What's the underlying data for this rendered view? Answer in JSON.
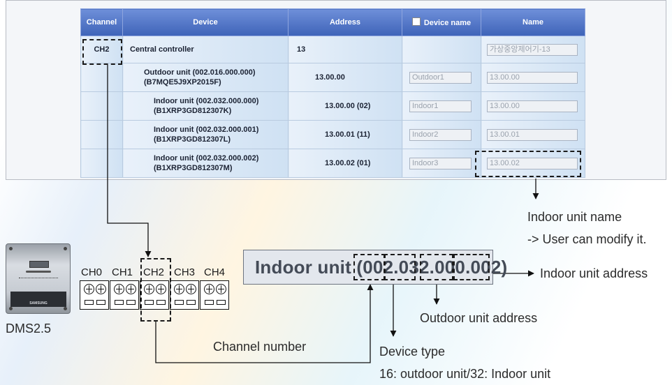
{
  "table": {
    "headers": {
      "channel": "Channel",
      "device": "Device",
      "address": "Address",
      "device_name": "Device name",
      "name": "Name"
    },
    "rows": [
      {
        "channel": "CH2",
        "device_line1": "Central controller",
        "device_line2": "",
        "address": "13",
        "device_name": "",
        "name": "가상중앙제어기-13"
      },
      {
        "channel": "",
        "device_line1": "Outdoor unit (002.016.000.000)",
        "device_line2": "(B7MQE5J9XP2015F)",
        "address": "13.00.00",
        "device_name": "Outdoor1",
        "name": "13.00.00"
      },
      {
        "channel": "",
        "device_line1": "Indoor unit (002.032.000.000)",
        "device_line2": "(B1XRP3GD812307K)",
        "address": "13.00.00 (02)",
        "device_name": "Indoor1",
        "name": "13.00.00"
      },
      {
        "channel": "",
        "device_line1": "Indoor unit (002.032.000.001)",
        "device_line2": "(B1XRP3GD812307L)",
        "address": "13.00.01 (11)",
        "device_name": "Indoor2",
        "name": "13.00.01"
      },
      {
        "channel": "",
        "device_line1": "Indoor unit (002.032.000.002)",
        "device_line2": "(B1XRP3GD812307M)",
        "address": "13.00.02 (01)",
        "device_name": "Indoor3",
        "name": "13.00.02"
      }
    ]
  },
  "annotations": {
    "indoor_unit_name": "Indoor unit name",
    "user_can_modify": "-> User can modify it.",
    "indoor_unit_address": "Indoor unit address",
    "outdoor_unit_address": "Outdoor unit address",
    "channel_number": "Channel number",
    "device_type": "Device type",
    "device_type_codes": "16: outdoor unit/32: Indoor unit"
  },
  "address_breakdown": {
    "prefix": "Indoor unit",
    "open": "(",
    "parts": [
      "002",
      "032",
      "000",
      "002"
    ],
    "close": ")"
  },
  "channels": [
    "CH0",
    "CH1",
    "CH2",
    "CH3",
    "CH4"
  ],
  "device_label": "DMS2.5",
  "device_brand": "SAMSUNG",
  "colors": {
    "header_top": "#6e8fd9",
    "header_bottom": "#3e63b8",
    "cell_light": "#e9f1fa",
    "cell_dark": "#cfe1f3",
    "line": "#1b1b1b"
  }
}
